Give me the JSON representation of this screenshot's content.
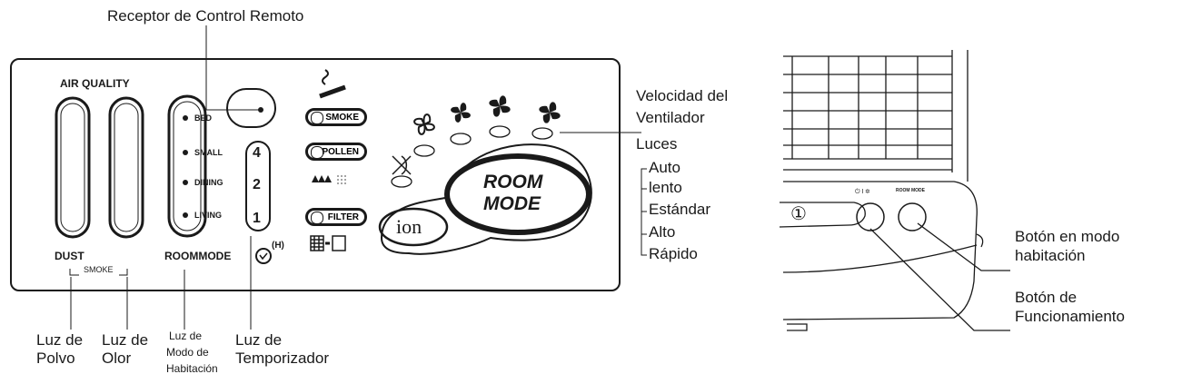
{
  "callouts": {
    "remote_receiver": "Receptor de Control Remoto",
    "fan_speed_lights": [
      "Velocidad del",
      "Ventilador",
      "Luces"
    ],
    "fan_speeds": [
      "Auto",
      "lento",
      "Estándar",
      "Alto",
      "Rápido"
    ],
    "dust_light": [
      "Luz de",
      "Polvo"
    ],
    "odor_light": [
      "Luz de",
      "Olor"
    ],
    "room_mode_light": [
      "Luz de",
      "Modo de",
      "Habitación"
    ],
    "timer_light": [
      "Luz de",
      "Temporizador"
    ],
    "room_mode_button": [
      "Botón en modo",
      "habitación"
    ],
    "power_button": [
      "Botón de",
      "Funcionamiento"
    ]
  },
  "panel": {
    "air_quality": "AIR QUALITY",
    "dust": "DUST",
    "smoke_bracket": "SMOKE",
    "room_mode_label": "ROOMMODE",
    "timer_h": "(H)",
    "rooms": [
      "BED",
      "SMALL",
      "DINING",
      "LIVING"
    ],
    "timer_numbers": [
      "4",
      "2",
      "1"
    ],
    "buttons": {
      "smoke": "SMOKE",
      "pollen": "POLLEN",
      "filter": "FILTER"
    },
    "room_mode_button": [
      "ROOM",
      "MODE"
    ],
    "ion": "ion"
  },
  "unit": {
    "finger_marker": "①",
    "power_symbol": "⏻ I ✲",
    "room_mode_small": "ROOM MODE"
  }
}
